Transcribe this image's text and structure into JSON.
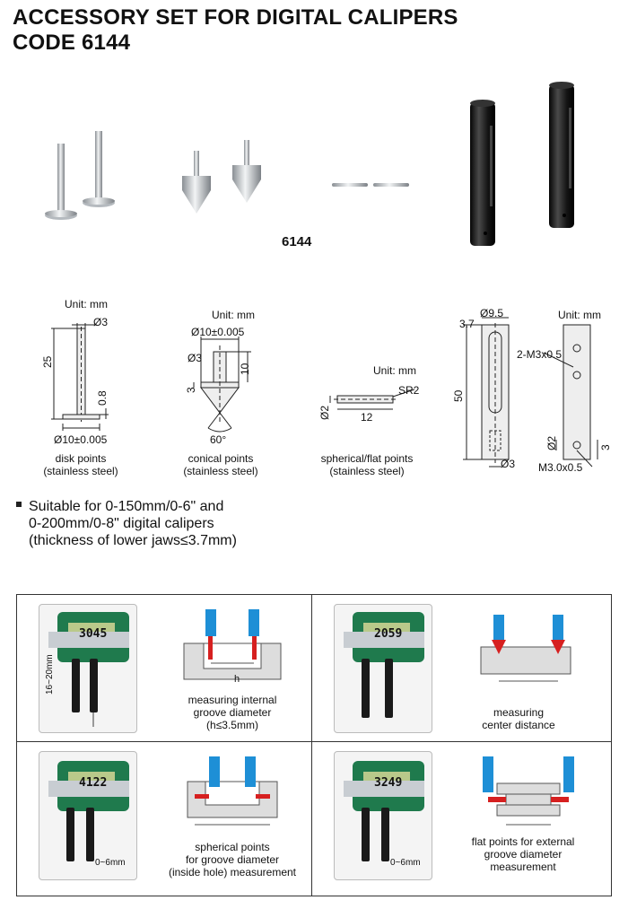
{
  "header": {
    "title_line1": "ACCESSORY SET FOR DIGITAL CALIPERS",
    "title_line2": "CODE 6144"
  },
  "product_code": "6144",
  "drawings": {
    "disk": {
      "unit": "Unit: mm",
      "dim_top": "Ø3",
      "dim_height": "25",
      "dim_small": "0.8",
      "dim_base": "Ø10±0.005",
      "caption_line1": "disk points",
      "caption_line2": "(stainless steel)"
    },
    "conical": {
      "unit": "Unit: mm",
      "dim_top": "Ø10±0.005",
      "dim_shaft": "Ø3",
      "dim_len": "10",
      "dim_small": "3",
      "dim_angle": "60°",
      "caption_line1": "conical points",
      "caption_line2": "(stainless steel)"
    },
    "spherical": {
      "unit": "Unit: mm",
      "dim_radius": "SR2",
      "dim_dia": "Ø2",
      "dim_len": "12",
      "caption_line1": "spherical/flat points",
      "caption_line2": "(stainless steel)"
    },
    "holder": {
      "unit": "Unit: mm",
      "dim_top": "Ø9.5",
      "dim_wall": "3.7",
      "dim_len": "50",
      "dim_bore": "Ø3",
      "dim_thread": "2-M3x0.5",
      "dim_hole": "Ø2",
      "dim_offset": "3",
      "dim_thread2": "M3.0x0.5"
    }
  },
  "features": {
    "line1": "Suitable for 0-150mm/0-6\" and",
    "line2": "0-200mm/0-8\" digital calipers",
    "line3": "(thickness of lower jaws≤3.7mm)"
  },
  "applications": [
    {
      "display": "3045",
      "side_label": "16~20mm",
      "h_label": "h",
      "caption_line1": "measuring internal",
      "caption_line2": "groove diameter",
      "caption_line3": "(h≤3.5mm)"
    },
    {
      "display": "2059",
      "caption_line1": "measuring",
      "caption_line2": "center distance"
    },
    {
      "display": "4122",
      "side_label": "0~6mm",
      "caption_line1": "spherical points",
      "caption_line2": "for groove diameter",
      "caption_line3": "(inside hole) measurement"
    },
    {
      "display": "3249",
      "side_label": "0~6mm",
      "caption_line1": "flat points for external",
      "caption_line2": "groove diameter",
      "caption_line3": "measurement"
    }
  ],
  "colors": {
    "caliper_body": "#1f7a4d",
    "lcd": "#b9c98a",
    "jaw_blue": "#1e8fd6",
    "point_red": "#d62020",
    "black_rod": "#1a1a1a",
    "hatch": "#888888"
  }
}
